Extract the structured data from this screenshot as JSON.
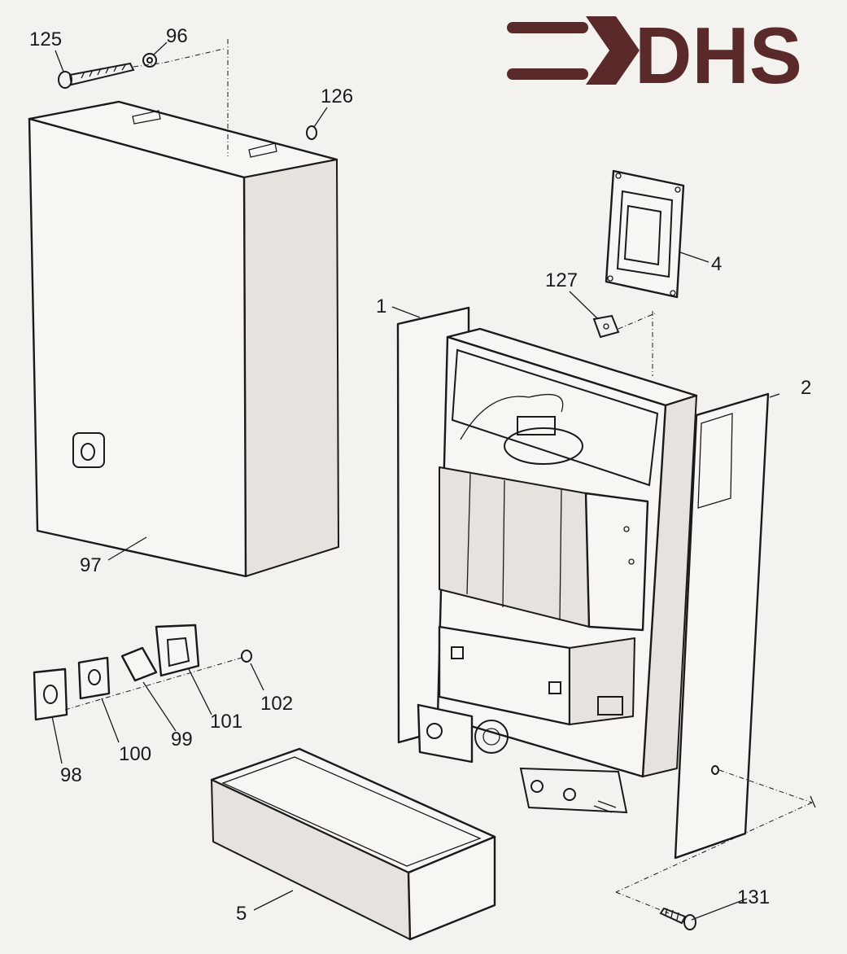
{
  "logo": {
    "text": "DHS",
    "color": "#5a2a2a"
  },
  "callouts": {
    "c1": "1",
    "c2": "2",
    "c4": "4",
    "c5": "5",
    "c96": "96",
    "c97": "97",
    "c98": "98",
    "c99": "99",
    "c100": "100",
    "c101": "101",
    "c102": "102",
    "c125": "125",
    "c126": "126",
    "c127": "127",
    "c131": "131"
  }
}
